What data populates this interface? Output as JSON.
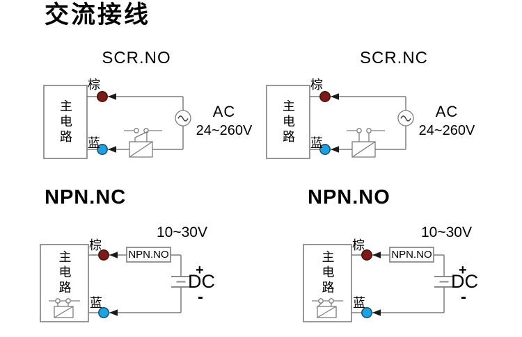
{
  "page": {
    "title": "交流接线"
  },
  "colors": {
    "wire": "#7d7d7d",
    "arrow": "#1a1a1a",
    "brown_terminal": "#7a1d1a",
    "blue_terminal": "#21a0df"
  },
  "labels": {
    "main_circuit": "主电路",
    "brown": "棕",
    "blue": "蓝"
  },
  "diagrams": {
    "scr_no": {
      "title": "SCR.NO",
      "source_type": "AC",
      "source_range": "24~260V"
    },
    "scr_nc": {
      "title": "SCR.NC",
      "source_type": "AC",
      "source_range": "24~260V"
    },
    "npn_nc": {
      "title": "NPN.NC",
      "voltage": "10~30V",
      "output_label": "NPN.NO",
      "source_type": "DC",
      "plus": "+",
      "minus": "-"
    },
    "npn_no": {
      "title": "NPN.NO",
      "voltage": "10~30V",
      "output_label": "NPN.NO",
      "source_type": "DC",
      "plus": "+",
      "minus": "-"
    }
  }
}
